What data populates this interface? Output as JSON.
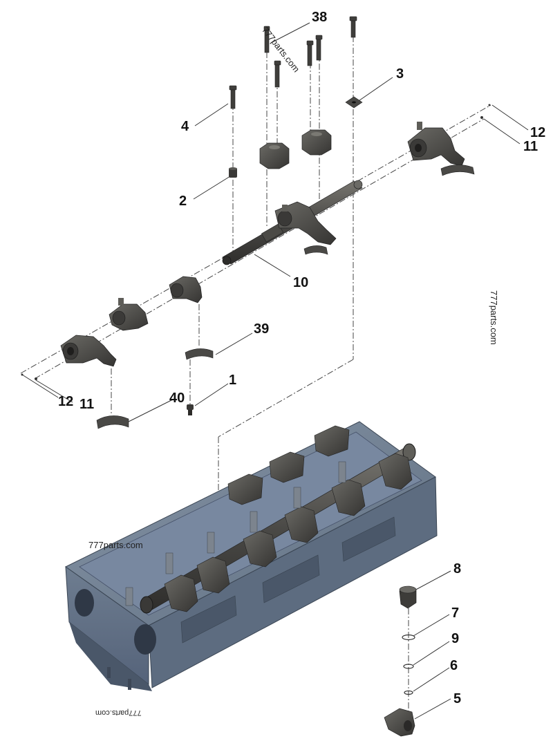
{
  "callouts": {
    "c38": "38",
    "c3": "3",
    "c4": "4",
    "c2": "2",
    "c10": "10",
    "c12_right": "12",
    "c11_right": "11",
    "c39": "39",
    "c1": "1",
    "c40": "40",
    "c12_left": "12",
    "c11_left": "11",
    "c8": "8",
    "c7": "7",
    "c9": "9",
    "c6": "6",
    "c5": "5"
  },
  "watermarks": {
    "top": "777parts.com",
    "right": "777parts.com",
    "middle": "777parts.com",
    "bottom": "777parts.com"
  },
  "colors": {
    "head_body": "#6f7f93",
    "head_dark": "#4c5a6b",
    "head_light": "#93a2b4",
    "part_dark": "#3c3c3a",
    "part_mid": "#5b5a56",
    "leader": "#333333"
  }
}
